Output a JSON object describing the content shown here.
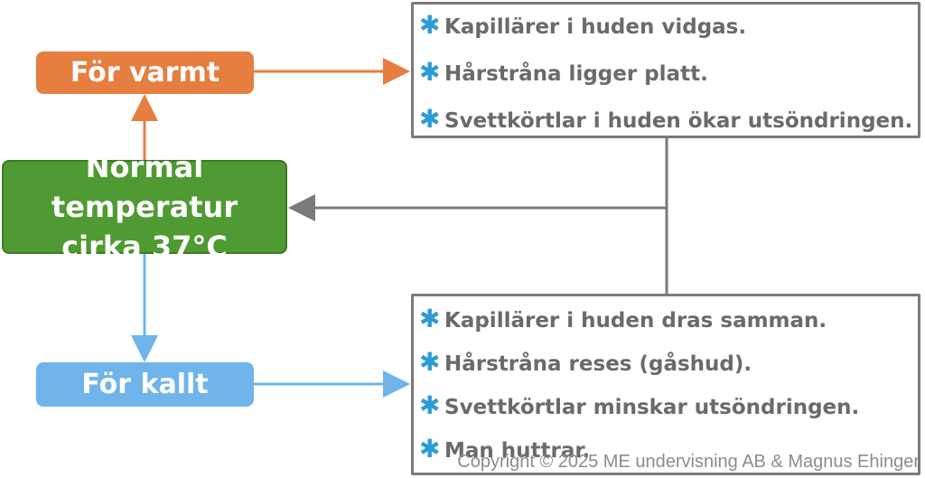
{
  "nodes": {
    "warm": "För varmt",
    "normal_line1": "Normal temperatur",
    "normal_line2": "cirka 37°C",
    "cold": "För kallt"
  },
  "warm_responses": [
    "Kapillärer i huden vidgas.",
    "Hårstråna ligger platt.",
    "Svettkörtlar i huden ökar utsöndringen."
  ],
  "cold_responses": [
    "Kapillärer i huden dras samman.",
    "Hårstråna reses (gåshud).",
    "Svettkörtlar minskar utsöndringen.",
    "Man huttrar."
  ],
  "bullet_symbol": "✱",
  "colors": {
    "warm": "#e57e3f",
    "normal": "#4f9a32",
    "cold": "#6fb4ea",
    "feedback": "#7a7a7a",
    "bullet": "#2e9bd6"
  },
  "copyright": "Copyright © 2025 ME undervisning AB & Magnus Ehinger"
}
